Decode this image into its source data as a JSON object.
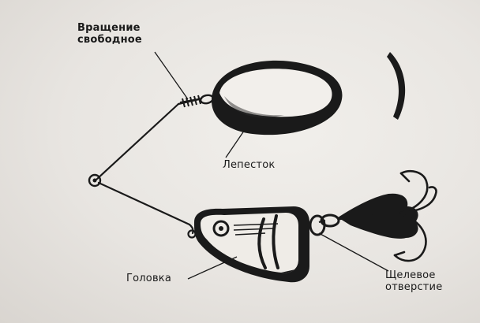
{
  "labels": {
    "rotation": {
      "line1": "Вращение",
      "line2": "свободное"
    },
    "petal": "Лепесток",
    "head": "Головка",
    "slot": {
      "line1": "Щелевое",
      "line2": "отверстие"
    }
  },
  "colors": {
    "ink": "#1a1a1a",
    "paper": "#ece9e5",
    "highlight": "#f5f3ef"
  }
}
